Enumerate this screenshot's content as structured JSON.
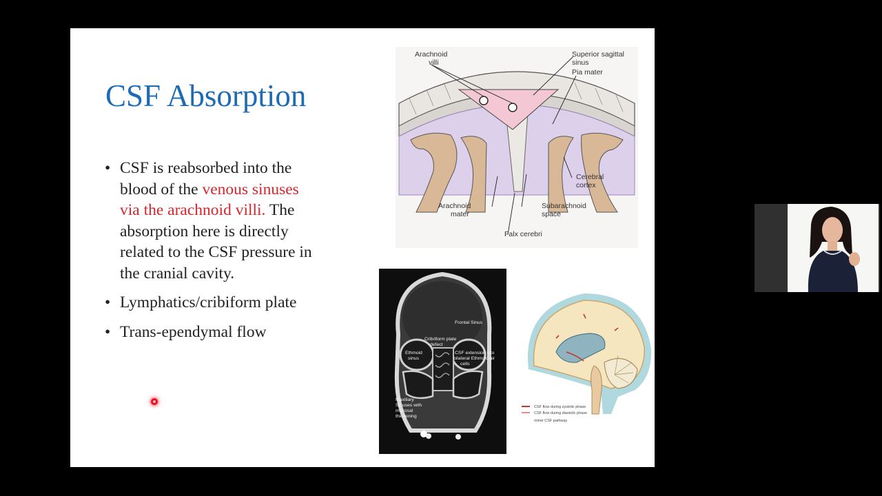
{
  "slide": {
    "title": "CSF Absorption",
    "bullets": [
      {
        "line1": "CSF is reabsorbed into the",
        "line2_pre": "blood of the ",
        "line2_red": "venous sinuses",
        "line3_red": "via the arachnoid villi.",
        "line3_post": " The",
        "line4": "absorption here is directly",
        "line5": "related to the CSF pressure in",
        "line6": "the cranial cavity."
      },
      {
        "text": "Lymphatics/cribiform plate"
      },
      {
        "text": "Trans-ependymal flow"
      }
    ]
  },
  "figures": {
    "anatomy": {
      "labels": {
        "arachnoid_villi_1": "Arachnoid",
        "arachnoid_villi_2": "villi",
        "sup_sagittal_1": "Superior sagittal",
        "sup_sagittal_2": "sinus",
        "pia_mater": "Pia mater",
        "cerebral_cortex_1": "Cerebral",
        "cerebral_cortex_2": "cortex",
        "arachnoid_mater_1": "Arachnoid",
        "arachnoid_mater_2": "mater",
        "subarachnoid_1": "Subarachnoid",
        "subarachnoid_2": "space",
        "falx": "Falx cerebri"
      }
    },
    "ct_scan": {
      "labels": {
        "frontal_sinus": "Frontal Sinus",
        "cribriform_1": "Cribriform plate",
        "cribriform_2": "defect",
        "csf_ext_1": "CSF extension into",
        "csf_ext_2": "bilateral Ethmoid air",
        "csf_ext_3": "cells",
        "ethmoid_1": "Ethmoid",
        "ethmoid_2": "sinus",
        "maxillary_1": "Maxillary",
        "maxillary_2": "Sinuses with",
        "maxillary_3": "mucosal",
        "maxillary_4": "thickening"
      }
    },
    "brain_flow": {
      "legend": [
        {
          "label": "CSF flow during systolic phase",
          "color": "#c0392b"
        },
        {
          "label": "CSF flow during diastolic phase",
          "color": "#e88a8a"
        },
        {
          "label": "minor CSF pathway",
          "color": "#555555"
        }
      ]
    }
  },
  "colors": {
    "title": "#1d6bb5",
    "highlight": "#d8262c",
    "laser": "#e8112b"
  }
}
